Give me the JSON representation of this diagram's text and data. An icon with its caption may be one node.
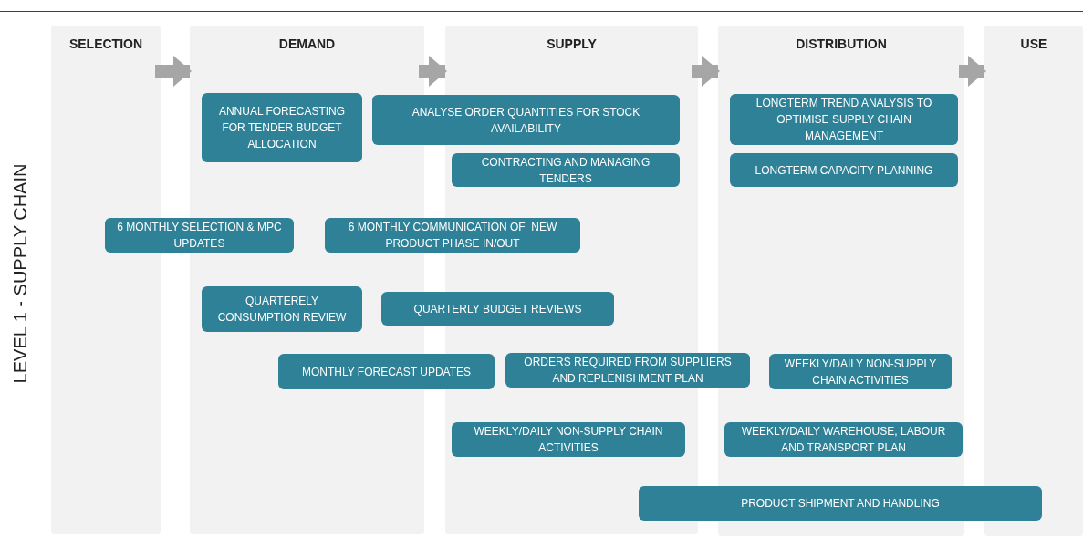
{
  "diagram": {
    "nodes": [
      {
        "text": [
          "SELECTION"
        ]
      },
      {
        "text": [
          "DEMAND"
        ]
      },
      {
        "text": [
          "SUPPLY"
        ]
      },
      {
        "text": [
          "DISTRIBUTION"
        ]
      },
      {
        "text": [
          "USE"
        ]
      },
      {
        "text": [
          "ANNUAL FORECASTING FOR TENDER BUDGET ALLOCATION"
        ],
        "in": 1
      },
      {
        "text": [
          "ANALYSE ORDER QUANTITIES FOR STOCK AVAILABILITY"
        ]
      },
      {
        "text": [
          "LONGTERM TREND ANALYSIS TO OPTIMISE SUPPLY CHAIN MANAGEMENT"
        ],
        "in": 3
      },
      {
        "text": [
          "CONTRACTING AND MANAGING TENDERS"
        ],
        "in": 2
      },
      {
        "text": [
          "LONGTERM CAPACITY PLANNING"
        ],
        "in": 3
      },
      {
        "text": [
          "6 MONTHLY SELECTION & MPC UPDATES"
        ]
      },
      {
        "text": [
          "6 MONTHLY COMMUNICATION OF  NEW PRODUCT PHASE IN/OUT"
        ]
      },
      {
        "text": [
          "QUARTERELY CONSUMPTION REVIEW"
        ],
        "in": 1
      },
      {
        "text": [
          "QUARTERLY BUDGET REVIEWS"
        ]
      },
      {
        "text": [
          "MONTHLY FORECAST UPDATES"
        ]
      },
      {
        "text": [
          "ORDERS REQUIRED FROM SUPPLIERS AND REPLENISHMENT PLAN"
        ]
      },
      {
        "text": [
          "WEEKLY/DAILY NON-SUPPLY CHAIN ACTIVITIES"
        ],
        "in": 3
      },
      {
        "text": [
          "WEEKLY/DAILY NON-SUPPLY CHAIN ACTIVITIES"
        ],
        "in": 2
      },
      {
        "text": [
          "WEEKLY/DAILY WAREHOUSE, LABOUR AND TRANSPORT PLAN"
        ],
        "in": 3
      },
      {
        "text": [
          "PRODUCT SHIPMENT AND HANDLING"
        ]
      }
    ],
    "edges": [
      {
        "from": 0,
        "to": 1,
        "arrow": "to"
      },
      {
        "from": 1,
        "to": 2,
        "arrow": "to"
      },
      {
        "from": 2,
        "to": 3,
        "arrow": "to"
      },
      {
        "from": 3,
        "to": 4,
        "arrow": "to"
      }
    ],
    "labels": [
      "LEVEL 1 - SUPPLY CHAIN"
    ]
  }
}
